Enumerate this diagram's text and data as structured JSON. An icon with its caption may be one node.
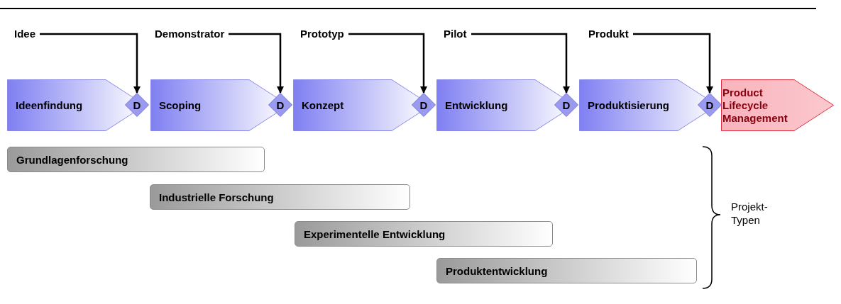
{
  "diagram": {
    "nodes": [
      {
        "text": [
          "Idee"
        ]
      },
      {
        "text": [
          "Demonstrator"
        ]
      },
      {
        "text": [
          "Prototyp"
        ]
      },
      {
        "text": [
          "Pilot"
        ]
      },
      {
        "text": [
          "Produkt"
        ]
      },
      {
        "text": [
          "Ideenfindung"
        ]
      },
      {
        "text": [
          "D"
        ]
      },
      {
        "text": [
          "Scoping"
        ]
      },
      {
        "text": [
          "D"
        ]
      },
      {
        "text": [
          "Konzept"
        ]
      },
      {
        "text": [
          "D"
        ]
      },
      {
        "text": [
          "Entwicklung"
        ]
      },
      {
        "text": [
          "D"
        ]
      },
      {
        "text": [
          "Produktisierung"
        ]
      },
      {
        "text": [
          "D"
        ]
      },
      {
        "text": [
          "Product Lifecycle Management"
        ]
      },
      {
        "text": [
          "Grundlagenforschung"
        ]
      },
      {
        "text": [
          "Industrielle Forschung"
        ]
      },
      {
        "text": [
          "Experimentelle Entwicklung"
        ]
      },
      {
        "text": [
          "Produktentwicklung"
        ]
      }
    ],
    "edges": [
      {
        "from": 0,
        "to": 6,
        "arrow": "to"
      },
      {
        "from": 1,
        "to": 8,
        "arrow": "to"
      },
      {
        "from": 2,
        "to": 10,
        "arrow": "to"
      },
      {
        "from": 3,
        "to": 12,
        "arrow": "to"
      },
      {
        "from": 4,
        "to": 14,
        "arrow": "to"
      }
    ],
    "labels": [
      "Projekt-Typen"
    ]
  }
}
